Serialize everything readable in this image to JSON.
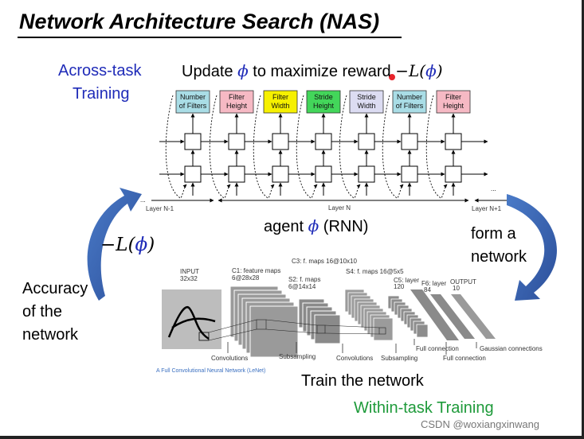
{
  "title": "Network Architecture Search (NAS)",
  "across_task": {
    "line1": "Across-task",
    "line2": "Training"
  },
  "update": {
    "prefix": "Update ",
    "phi": "ϕ",
    "middle": " to maximize reward ",
    "neg": "−",
    "L": "L",
    "open": "(",
    "close": ")"
  },
  "controller_boxes": [
    {
      "line1": "Number",
      "line2": "of Filters",
      "color": "#a9dde6"
    },
    {
      "line1": "Filter",
      "line2": "Height",
      "color": "#f6b9c4"
    },
    {
      "line1": "Filter",
      "line2": "Width",
      "color": "#f6f000"
    },
    {
      "line1": "Stride",
      "line2": "Height",
      "color": "#43d65a"
    },
    {
      "line1": "Stride",
      "line2": "Width",
      "color": "#dcdcf2"
    },
    {
      "line1": "Number",
      "line2": "of Filters",
      "color": "#a9dde6"
    },
    {
      "line1": "Filter",
      "line2": "Height",
      "color": "#f6b9c4"
    }
  ],
  "layers": {
    "left": "Layer N-1",
    "middle": "Layer N",
    "right": "Layer N+1"
  },
  "agent": {
    "prefix": "agent ",
    "phi": "ϕ",
    "suffix": " (RNN)"
  },
  "loss": {
    "neg": "−",
    "L": "L",
    "open": "(",
    "phi": "ϕ",
    "close": ")"
  },
  "form_network": {
    "line1": "form a",
    "line2": "network"
  },
  "accuracy": {
    "line1": "Accuracy",
    "line2": "of the",
    "line3": "network"
  },
  "lenet": {
    "input": "INPUT",
    "input_size": "32x32",
    "c1": "C1: feature maps",
    "c1_size": "6@28x28",
    "s2": "S2: f. maps",
    "s2_size": "6@14x14",
    "c3": "C3: f. maps 16@10x10",
    "s4": "S4: f. maps 16@5x5",
    "c5": "C5: layer",
    "c5_size": "120",
    "f6": "F6: layer",
    "f6_size": "84",
    "output": "OUTPUT",
    "output_size": "10",
    "convolutions1": "Convolutions",
    "subsampling1": "Subsampling",
    "convolutions2": "Convolutions",
    "subsampling2": "Subsampling",
    "full_connection1": "Full connection",
    "full_connection2": "Full connection",
    "gaussian": "Gaussian connections",
    "caption": "A Full Convolutional Neural Network (LeNet)"
  },
  "train": "Train the network",
  "within_task": "Within-task Training",
  "watermark": "CSDN @woxiangxinwang",
  "colors": {
    "blue_text": "#1f2bb8",
    "green_text": "#1e9a3a",
    "cycle_arrow": "#3a63b0",
    "dot": "#e8242c"
  }
}
